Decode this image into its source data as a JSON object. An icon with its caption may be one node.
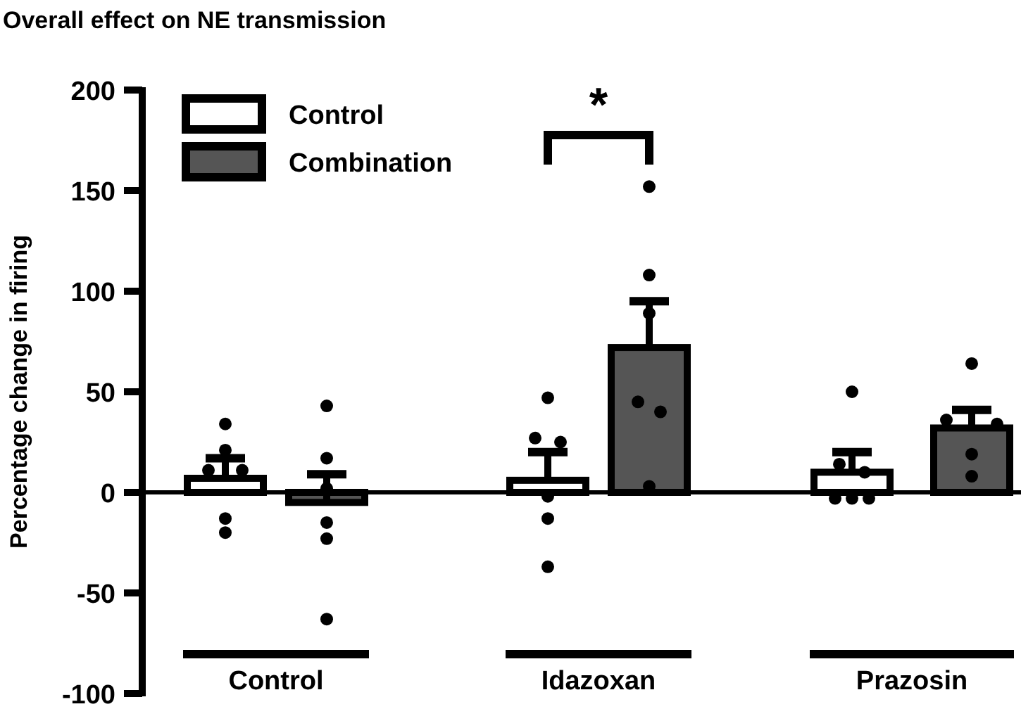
{
  "diagram": {
    "chart_data": {
      "type": "bar",
      "title": "Overall effect on NE transmission",
      "ylabel": "Percentage change in firing",
      "categories": [
        "Control",
        "Idazoxan",
        "Prazosin"
      ],
      "series": [
        {
          "name": "Control",
          "color": "#ffffff",
          "values": [
            7,
            6,
            10
          ]
        },
        {
          "name": "Combination",
          "color": "#555555",
          "values": [
            -5,
            72,
            32
          ]
        }
      ],
      "ylim": [
        -100,
        200
      ],
      "yticks": [
        -100,
        -50,
        0,
        50,
        100,
        150,
        200
      ],
      "legend": "upper left",
      "annotations": [
        "*"
      ]
    }
  }
}
